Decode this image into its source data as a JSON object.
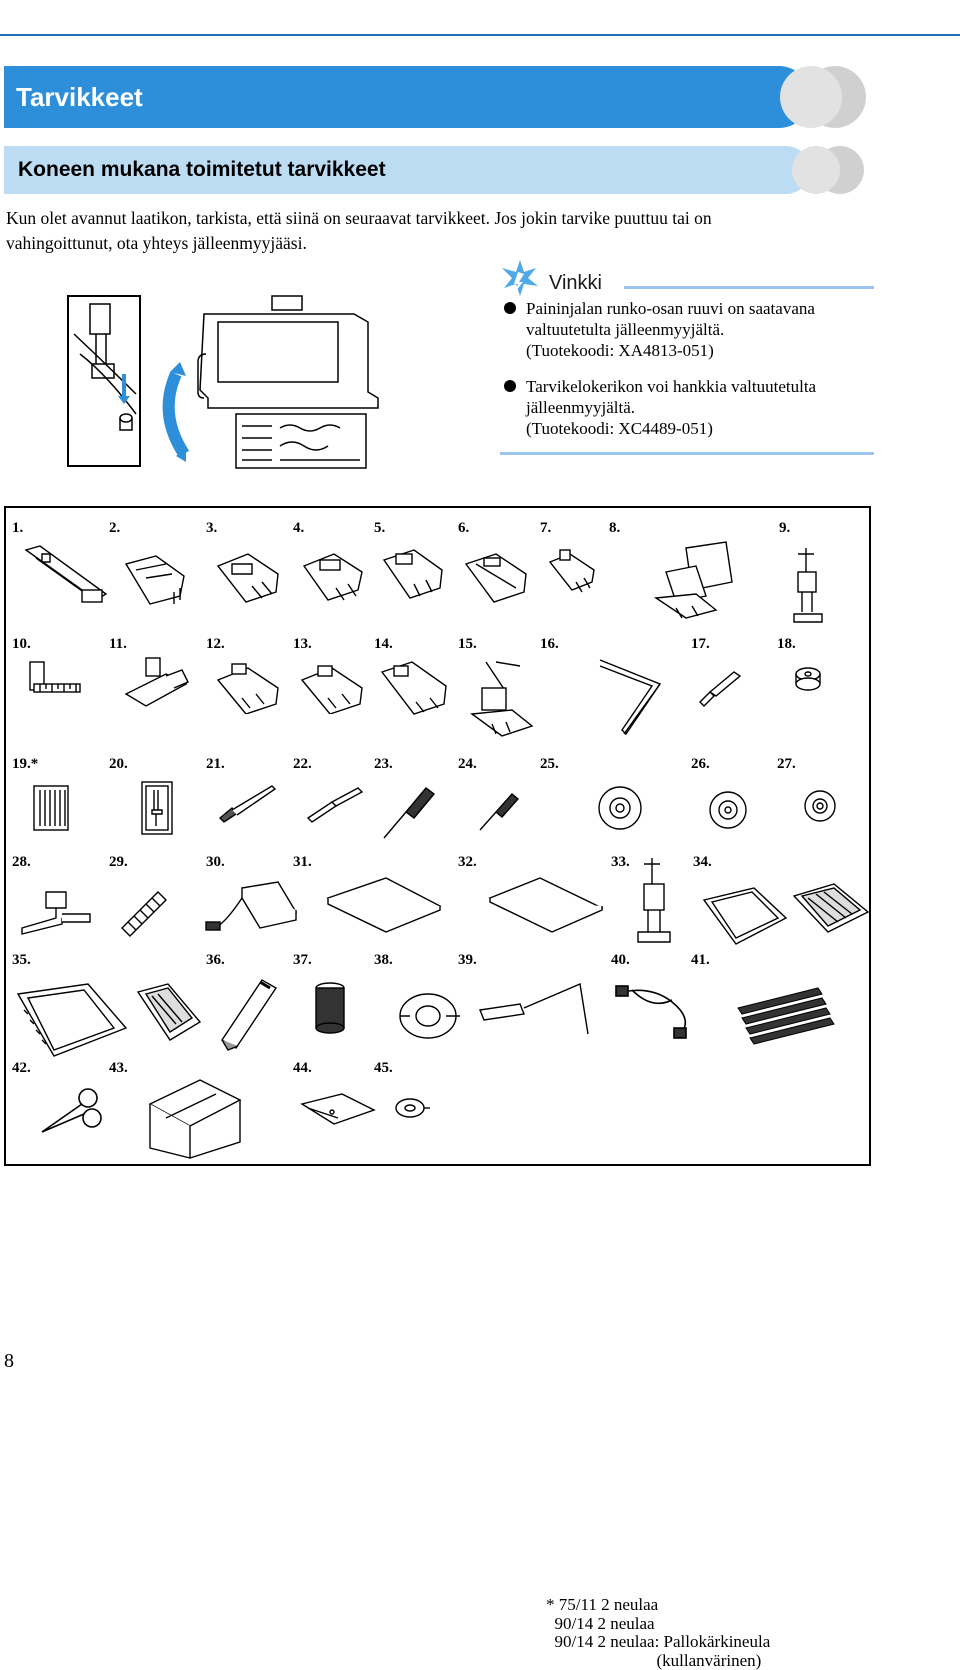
{
  "heading": "Tarvikkeet",
  "subheading": "Koneen mukana toimitetut tarvikkeet",
  "intro": "Kun olet avannut laatikon, tarkista, että siinä on seuraavat tarvikkeet. Jos jokin tarvike puuttuu tai on vahingoittunut, ota yhteys jälleenmyyjääsi.",
  "hint": {
    "title": "Vinkki",
    "items": [
      {
        "text": "Paininjalan runko-osan ruuvi on saatavana valtuutetulta jälleenmyyjältä.",
        "code": "(Tuotekoodi: XA4813-051)"
      },
      {
        "text": "Tarvikelokerikon voi hankkia valtuutetulta jälleenmyyjältä.",
        "code": "(Tuotekoodi: XC4489-051)"
      }
    ]
  },
  "accessories": [
    {
      "number": "1.",
      "icon": "buttonhole-foot-icon"
    },
    {
      "number": "2.",
      "icon": "overcasting-foot-icon"
    },
    {
      "number": "3.",
      "icon": "monogramming-foot-icon"
    },
    {
      "number": "4.",
      "icon": "zipper-foot-icon"
    },
    {
      "number": "5.",
      "icon": "zigzag-foot-icon"
    },
    {
      "number": "6.",
      "icon": "blind-stitch-foot-icon"
    },
    {
      "number": "7.",
      "icon": "button-fitting-foot-icon"
    },
    {
      "number": "8.",
      "icon": "walking-foot-icon"
    },
    {
      "number": "9.",
      "icon": "quilting-foot-icon"
    },
    {
      "number": "10.",
      "icon": "quilting-guide-icon"
    },
    {
      "number": "11.",
      "icon": "side-cutter-icon"
    },
    {
      "number": "12.",
      "icon": "quarter-inch-foot-icon"
    },
    {
      "number": "13.",
      "icon": "open-toe-foot-icon"
    },
    {
      "number": "14.",
      "icon": "non-stick-foot-icon"
    },
    {
      "number": "15.",
      "icon": "darning-foot-icon"
    },
    {
      "number": "16.",
      "icon": "seam-guide-bar-icon"
    },
    {
      "number": "17.",
      "icon": "seam-ripper-icon"
    },
    {
      "number": "18.",
      "icon": "bobbin-icon"
    },
    {
      "number": "19.*",
      "icon": "needle-set-icon"
    },
    {
      "number": "20.",
      "icon": "twin-needle-icon"
    },
    {
      "number": "21.",
      "icon": "cleaning-brush-icon"
    },
    {
      "number": "22.",
      "icon": "eyelet-punch-icon"
    },
    {
      "number": "23.",
      "icon": "screwdriver-large-icon"
    },
    {
      "number": "24.",
      "icon": "screwdriver-small-icon"
    },
    {
      "number": "25.",
      "icon": "spool-cap-large-icon"
    },
    {
      "number": "26.",
      "icon": "spool-cap-medium-icon"
    },
    {
      "number": "27.",
      "icon": "spool-cap-small-icon"
    },
    {
      "number": "28.",
      "icon": "knee-lifter-icon"
    },
    {
      "number": "29.",
      "icon": "spool-net-icon"
    },
    {
      "number": "30.",
      "icon": "foot-controller-icon"
    },
    {
      "number": "31.",
      "icon": "instruction-manual-icon"
    },
    {
      "number": "32.",
      "icon": "quick-reference-guide-icon"
    },
    {
      "number": "33.",
      "icon": "embroidery-foot-icon"
    },
    {
      "number": "34.",
      "icon": "embroidery-frame-large-icon"
    },
    {
      "number": "35.",
      "icon": "embroidery-frame-extra-large-icon"
    },
    {
      "number": "36.",
      "icon": "embroidery-sheet-icon"
    },
    {
      "number": "37.",
      "icon": "grease-tube-icon"
    },
    {
      "number": "38.",
      "icon": "bobbin-thread-icon"
    },
    {
      "number": "39.",
      "icon": "bobbin-case-icon"
    },
    {
      "number": "40.",
      "icon": "extension-wand-icon"
    },
    {
      "number": "41.",
      "icon": "usb-cable-icon"
    },
    {
      "number": "42.",
      "icon": "scissors-icon"
    },
    {
      "number": "43.",
      "icon": "dust-cover-icon"
    },
    {
      "number": "44.",
      "icon": "accessory-bag-icon"
    },
    {
      "number": "45.",
      "icon": "spool-felt-icon"
    }
  ],
  "extra_labels": {
    "46": "embroidery-stabilizer-sheet-icon"
  },
  "footnote": [
    "* 75/11 2 neulaa",
    "90/14 2 neulaa",
    "90/14 2 neulaa: Pallokärkineula",
    "(kullanvärinen)"
  ],
  "page_number": "8",
  "colors": {
    "heading_bar": "#2d8fd9",
    "subheading_bar": "#bcdcf3",
    "hint_line": "#9cc6ec"
  }
}
